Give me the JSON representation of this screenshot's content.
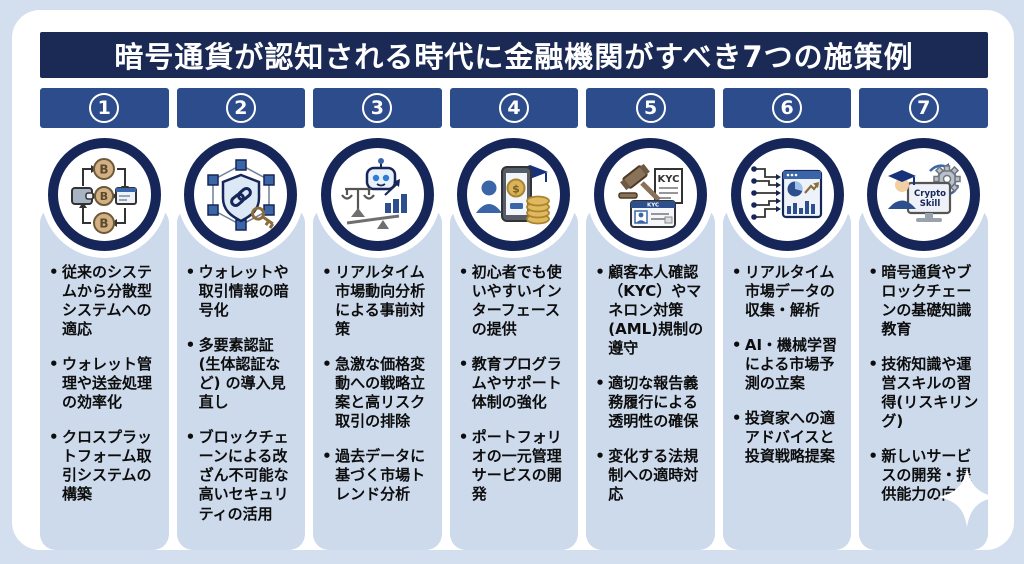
{
  "page": {
    "title": "暗号通貨が認知される時代に金融機関がすべき7つの施策例"
  },
  "colors": {
    "background": "#d3dfef",
    "panel": "#ffffff",
    "title_bar": "#1b2a55",
    "number_bar": "#2d4c8c",
    "card": "#ccdaec",
    "icon_ring": "#162659",
    "text": "#0d0d0d"
  },
  "columns": [
    {
      "number": "1",
      "icon": "bitcoin-transfer-cycle-icon",
      "items": [
        "従来のシステムから分散型システムへの適応",
        "ウォレット管理や送金処理の効率化",
        "クロスプラットフォーム取引システムの構築"
      ]
    },
    {
      "number": "2",
      "icon": "shield-network-key-icon",
      "items": [
        "ウォレットや取引情報の暗号化",
        "多要素認証 (生体認証など) の導入見直し",
        "ブロックチェーンによる改ざん不可能な高いセキュリティの活用"
      ]
    },
    {
      "number": "3",
      "icon": "robot-scale-chart-icon",
      "items": [
        "リアルタイム市場動向分析による事前対策",
        "急激な価格変動への戦略立案と高リスク取引の排除",
        "過去データに基づく市場トレンド分析"
      ]
    },
    {
      "number": "4",
      "icon": "user-phone-coins-icon",
      "items": [
        "初心者でも使いやすいインターフェースの提供",
        "教育プログラムやサポート体制の強化",
        "ポートフォリオの一元管理サービスの開発"
      ]
    },
    {
      "number": "5",
      "icon": "gavel-kyc-id-icon",
      "items": [
        "顧客本人確認（KYC）やマネロン対策(AML)規制の遵守",
        "適切な報告義務履行による透明性の確保",
        "変化する法規制への適時対応"
      ]
    },
    {
      "number": "6",
      "icon": "data-dashboard-icon",
      "items": [
        "リアルタイム市場データの収集・解析",
        "AI・機械学習による市場予測の立案",
        "投資家への適アドバイスと投資戦略提案"
      ]
    },
    {
      "number": "7",
      "icon": "graduate-crypto-skill-icon",
      "icon_screen_text": "Crypto Skill",
      "items": [
        "暗号通貨やブロックチェーンの基礎知識教育",
        "技術知識や運営スキルの習得(リスキリング)",
        "新しいサービスの開発・提供能力の向上"
      ]
    }
  ]
}
